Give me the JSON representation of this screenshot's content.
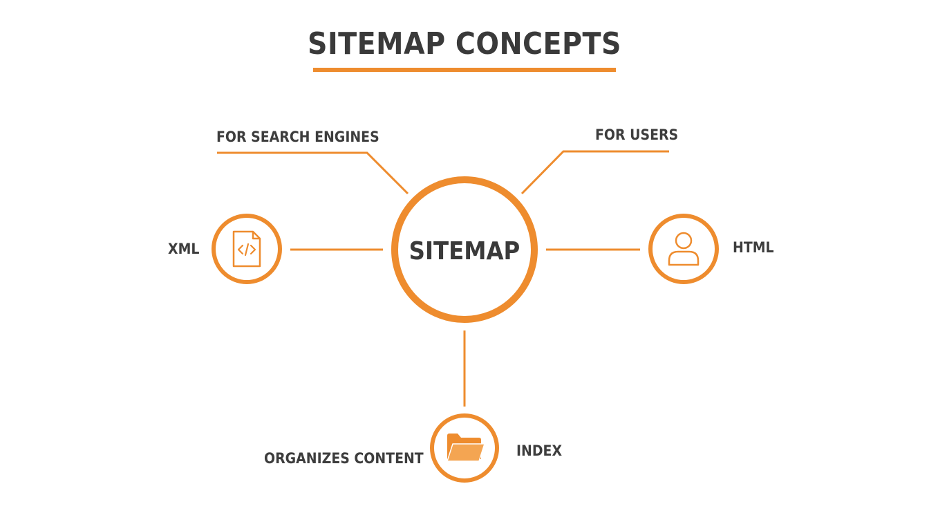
{
  "title": "SITEMAP CONCEPTS",
  "center": {
    "label": "SITEMAP"
  },
  "labels": {
    "for_search_engines": "FOR SEARCH ENGINES",
    "for_users": "FOR USERS",
    "xml": "XML",
    "html": "HTML",
    "organizes_content": "ORGANIZES CONTENT",
    "index": "INDEX"
  },
  "icons": {
    "xml": "code-file-icon",
    "html": "user-icon",
    "index": "folder-icon"
  },
  "colors": {
    "accent": "#ee8c2e",
    "text": "#3a3a3a",
    "background": "#ffffff"
  }
}
